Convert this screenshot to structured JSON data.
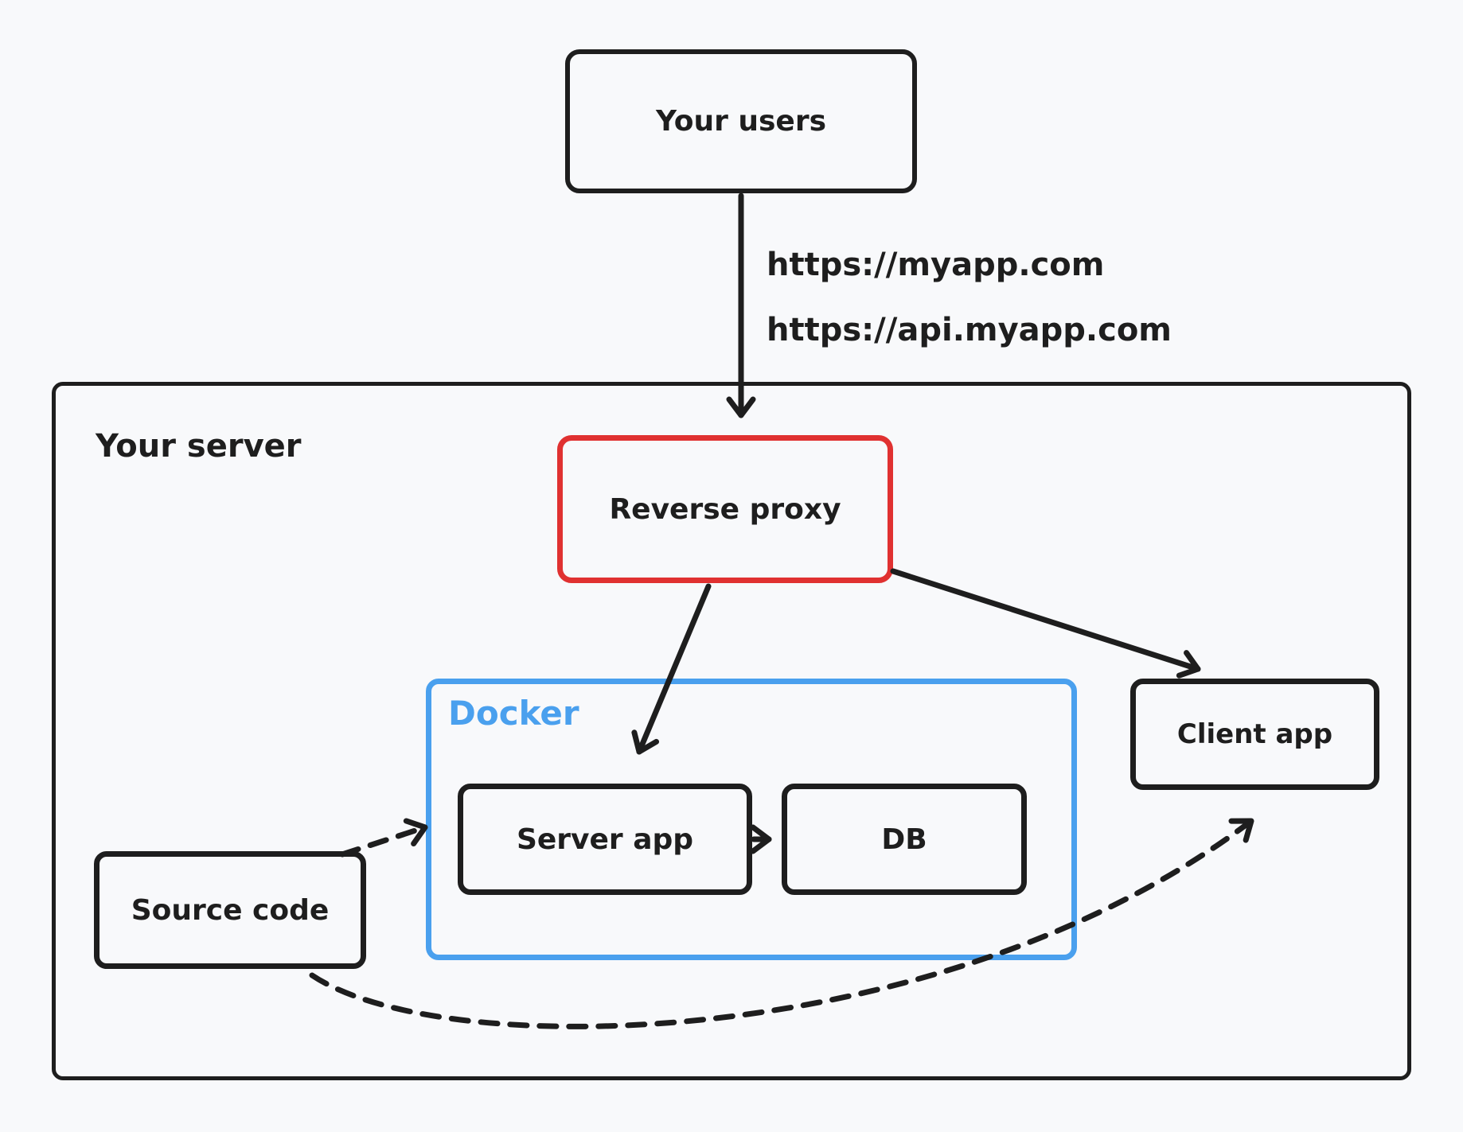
{
  "nodes": {
    "users": {
      "label": "Your users"
    },
    "server": {
      "label": "Your server"
    },
    "proxy": {
      "label": "Reverse proxy"
    },
    "docker": {
      "label": "Docker"
    },
    "server_app": {
      "label": "Server app"
    },
    "db": {
      "label": "DB"
    },
    "client": {
      "label": "Client app"
    },
    "source": {
      "label": "Source code"
    }
  },
  "url_labels": [
    "https://myapp.com",
    "https://api.myapp.com"
  ],
  "colors": {
    "background": "#f8f9fb",
    "stroke": "#1e1e1e",
    "proxy_red": "#e03131",
    "docker_blue": "#4aa0ee"
  }
}
